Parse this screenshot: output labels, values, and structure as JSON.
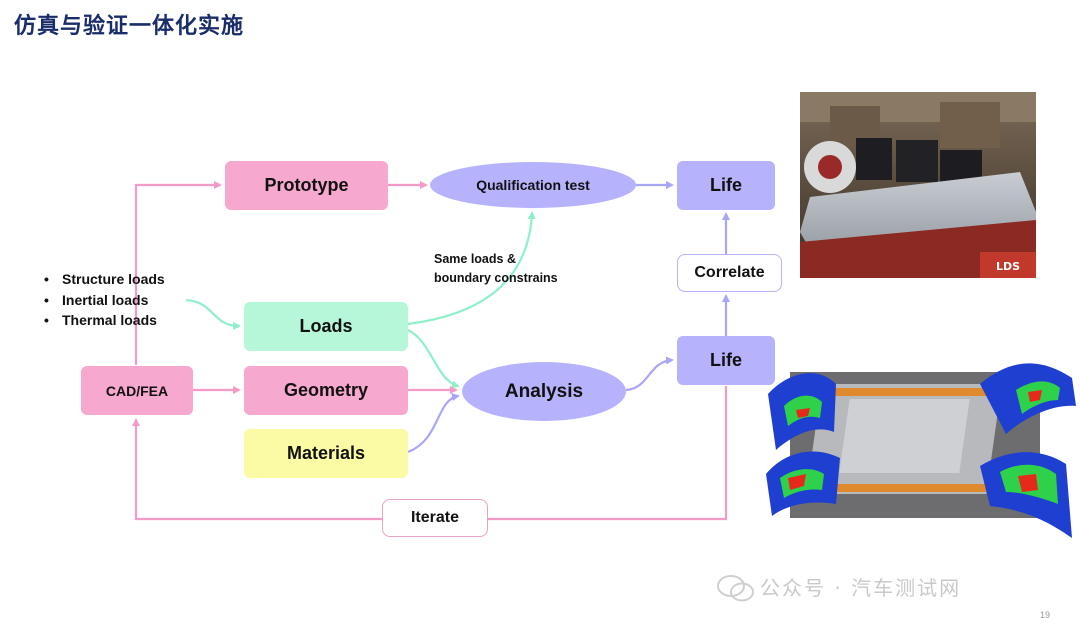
{
  "page_title": "仿真与验证一体化实施",
  "nodes": {
    "prototype": "Prototype",
    "qualification_test": "Qualification test",
    "life_top": "Life",
    "correlate": "Correlate",
    "life_bottom": "Life",
    "loads": "Loads",
    "geometry": "Geometry",
    "materials": "Materials",
    "cad_fea": "CAD/FEA",
    "analysis": "Analysis",
    "iterate": "Iterate"
  },
  "load_list": [
    "Structure loads",
    "Inertial loads",
    "Thermal loads"
  ],
  "note": {
    "line1": "Same loads  &",
    "line2": "boundary constrains"
  },
  "watermark": "公众号 · 汽车测试网",
  "page_number": "19",
  "colors": {
    "pink": "#f7a8cf",
    "green": "#b6f7d9",
    "yellow": "#fbfba6",
    "lavender": "#b6b2fb",
    "arrow_pink": "#f59ac6",
    "arrow_lav": "#a9a5f7",
    "arrow_green": "#8ef0c8",
    "title": "#1a2d6b"
  }
}
